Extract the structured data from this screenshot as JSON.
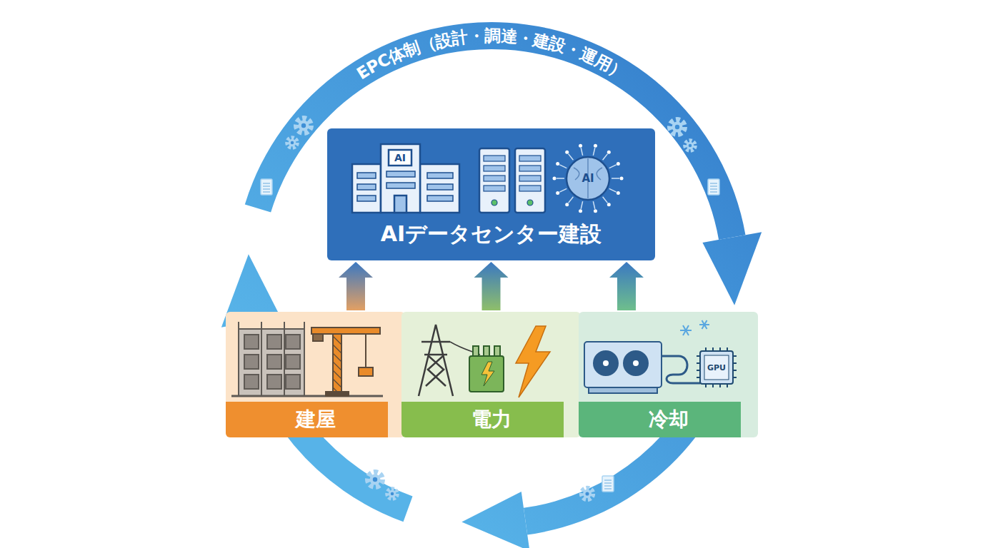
{
  "diagram": {
    "nodes": [
      {
        "text": [
          "AIデータセンター建設"
        ]
      },
      {
        "text": [
          "建屋"
        ]
      },
      {
        "text": [
          "電力"
        ]
      },
      {
        "text": [
          "冷却"
        ]
      }
    ],
    "edges": [
      {
        "from": 1,
        "to": 0,
        "arrow": "to"
      },
      {
        "from": 2,
        "to": 0,
        "arrow": "to"
      },
      {
        "from": 3,
        "to": 0,
        "arrow": "to"
      }
    ],
    "labels": [
      "EPC体制（設計・調達・建設・運用）",
      "AI",
      "AI",
      "GPU"
    ]
  }
}
